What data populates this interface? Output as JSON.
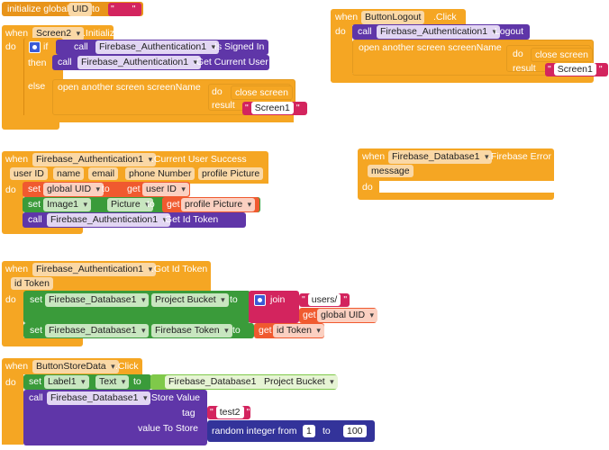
{
  "colors": {
    "event": "#f5a623",
    "method": "#5f36a8",
    "set_global": "#f05a2f",
    "component": "#3a9b3a",
    "text": "#d3245e",
    "math": "#33339a",
    "lightgreen": "#7fc94a"
  },
  "init_global": {
    "label": "initialize global",
    "name": "UID",
    "to": "to",
    "value": ""
  },
  "screen2_init": {
    "when": "when",
    "component": "Screen2",
    "event": ".Initialize",
    "do": "do",
    "if": "if",
    "call": "call",
    "auth": "Firebase_Authentication1",
    "signed_in": ".Is Signed In",
    "then": "then",
    "get_user": ".Get Current User",
    "else": "else",
    "open_screen": "open another screen  screenName",
    "close": "close screen",
    "do2": "do",
    "result": "result",
    "result_value": "Screen1"
  },
  "logout": {
    "when": "when",
    "component": "ButtonLogout",
    "event": ".Click",
    "do": "do",
    "call": "call",
    "auth": "Firebase_Authentication1",
    "method": ".Logout",
    "open_screen": "open another screen  screenName",
    "do2": "do",
    "close": "close screen",
    "result": "result",
    "result_value": "Screen1"
  },
  "user_success": {
    "when": "when",
    "component": "Firebase_Authentication1",
    "event": ".Current User Success",
    "params": [
      "user ID",
      "name",
      "email",
      "phone Number",
      "profile Picture"
    ],
    "do": "do",
    "set": "set",
    "global_uid": "global UID",
    "to": "to",
    "get": "get",
    "user_id": "user ID",
    "image": "Image1",
    "picture": "Picture",
    "profile_picture": "profile Picture",
    "call": "call",
    "auth": "Firebase_Authentication1",
    "get_token": ".Get Id Token"
  },
  "db_error": {
    "when": "when",
    "component": "Firebase_Database1",
    "event": ".Firebase Error",
    "param": "message",
    "do": "do"
  },
  "got_token": {
    "when": "when",
    "component": "Firebase_Authentication1",
    "event": ".Got Id Token",
    "param": "id Token",
    "do": "do",
    "set": "set",
    "db": "Firebase_Database1",
    "project_bucket": "Project Bucket",
    "to": "to",
    "join": "join",
    "users_text": "users/",
    "get": "get",
    "global_uid": "global UID",
    "firebase_token": "Firebase Token",
    "id_token": "id Token"
  },
  "store": {
    "when": "when",
    "component": "ButtonStoreData",
    "event": ".Click",
    "do": "do",
    "set": "set",
    "label": "Label1",
    "text_prop": "Text",
    "to": "to",
    "db": "Firebase_Database1",
    "project_bucket": "Project Bucket",
    "call": "call",
    "store_value": ".Store Value",
    "tag": "tag",
    "tag_value": "test2",
    "value_to_store": "value To Store",
    "random": "random integer from",
    "from": "1",
    "to_word": "to",
    "to_val": "100"
  }
}
